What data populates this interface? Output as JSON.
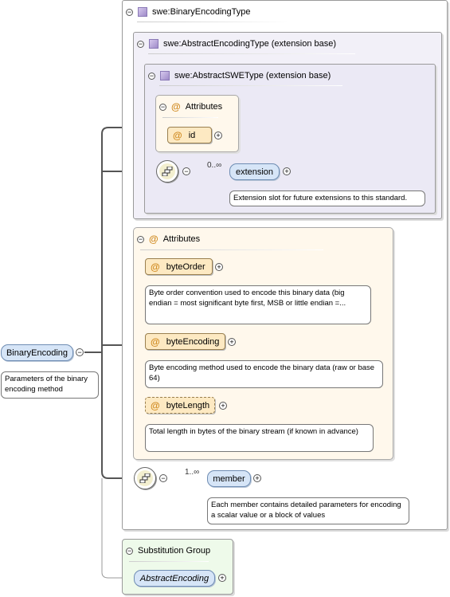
{
  "root": {
    "name": "BinaryEncoding",
    "doc": "Parameters of the binary encoding method"
  },
  "type_outer": {
    "label": "swe:BinaryEncodingType"
  },
  "type_mid": {
    "label": "swe:AbstractEncodingType (extension base)"
  },
  "type_inner": {
    "label": "swe:AbstractSWEType (extension base)"
  },
  "inner_attributes": {
    "title": "Attributes",
    "items": [
      {
        "name": "id"
      }
    ]
  },
  "extension_seq": {
    "cardinality": "0..∞",
    "element": "extension",
    "doc": "Extension slot for future extensions to this standard."
  },
  "attributes": {
    "title": "Attributes",
    "items": [
      {
        "name": "byteOrder",
        "doc": "Byte order convention used to encode this binary data (big endian = most significant byte first, MSB or little endian =..."
      },
      {
        "name": "byteEncoding",
        "doc": "Byte encoding method used to encode the binary data (raw or base 64)"
      },
      {
        "name": "byteLength",
        "doc": "Total length in bytes of the binary stream (if known in advance)"
      }
    ]
  },
  "member_seq": {
    "cardinality": "1..∞",
    "element": "member",
    "doc": "Each member contains detailed parameters for encoding a scalar value or a block of values"
  },
  "substitution_group": {
    "title": "Substitution Group",
    "element": "AbstractEncoding"
  },
  "colors": {
    "element_fill": "#d6e5f7",
    "attribute_fill": "#fde9c2",
    "attributes_group_fill": "#fff8ec",
    "type_fill": "#f2f0f8",
    "substitution_fill": "#eefaea",
    "connector": "#555555"
  }
}
